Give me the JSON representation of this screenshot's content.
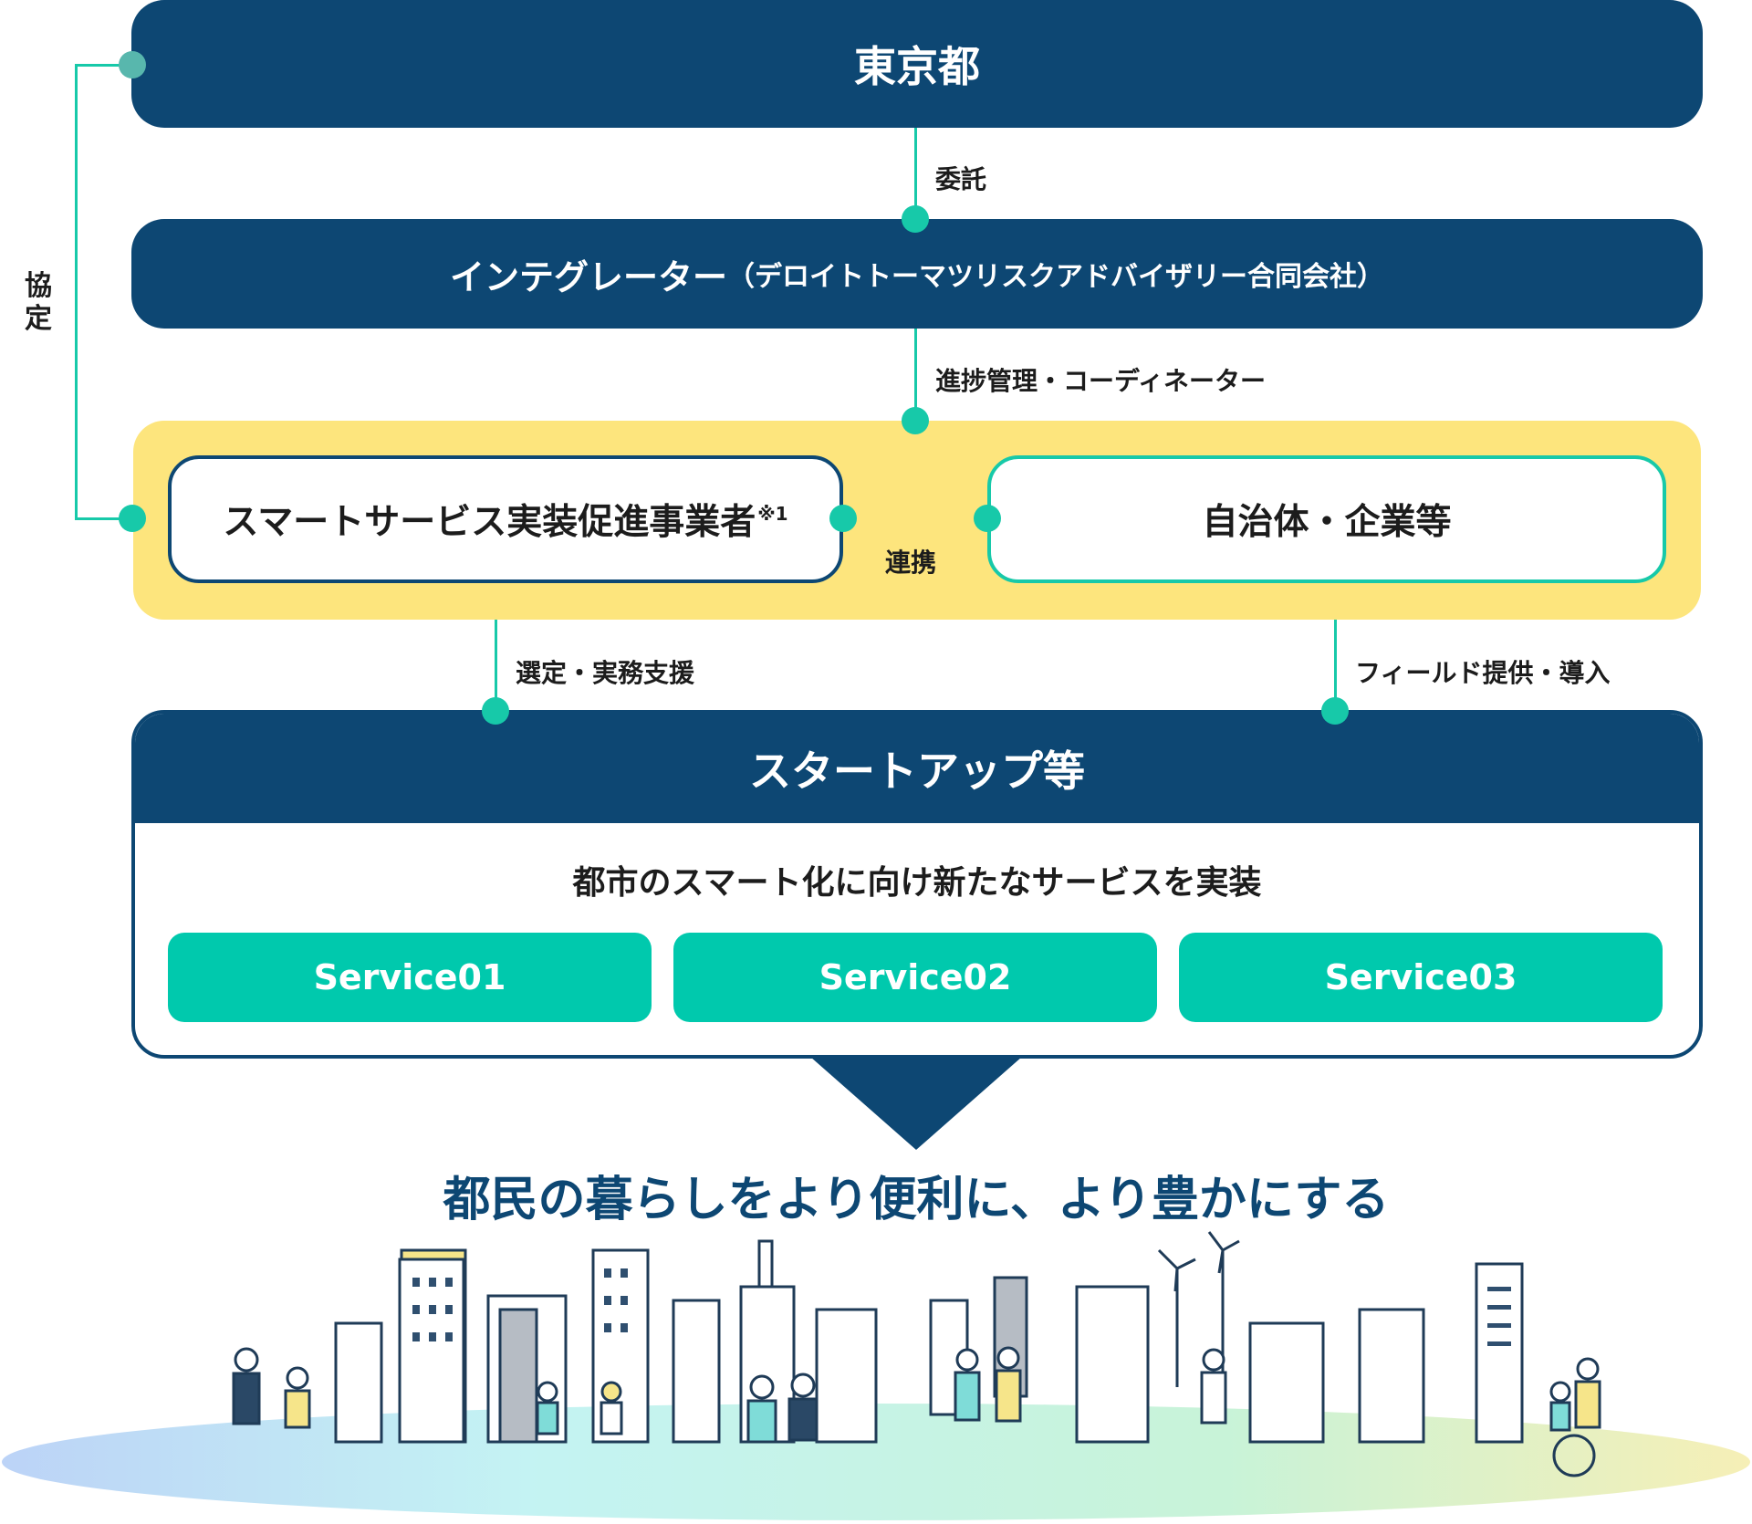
{
  "tokyo": "東京都",
  "agreement": "協定",
  "commission": "委託",
  "integrator": {
    "name": "インテグレーター",
    "company": "（デロイトトーマツリスクアドバイザリー合同会社）"
  },
  "coordination": "進捗管理・コーディネーター",
  "promoter": {
    "name": "スマートサービス実装促進事業者",
    "note": "※1"
  },
  "municipalities": "自治体・企業等",
  "partnership": "連携",
  "selection": "選定・実務支援",
  "field": "フィールド提供・導入",
  "startup": {
    "title": "スタートアップ等",
    "subtitle": "都市のスマート化に向け新たなサービスを実装",
    "services": [
      "Service01",
      "Service02",
      "Service03"
    ]
  },
  "tagline": "都民の暮らしをより便利に、より豊かにする",
  "colors": {
    "navy": "#0d4773",
    "teal": "#17c9a9",
    "yellow": "#fde57d",
    "service": "#00c9ad"
  }
}
